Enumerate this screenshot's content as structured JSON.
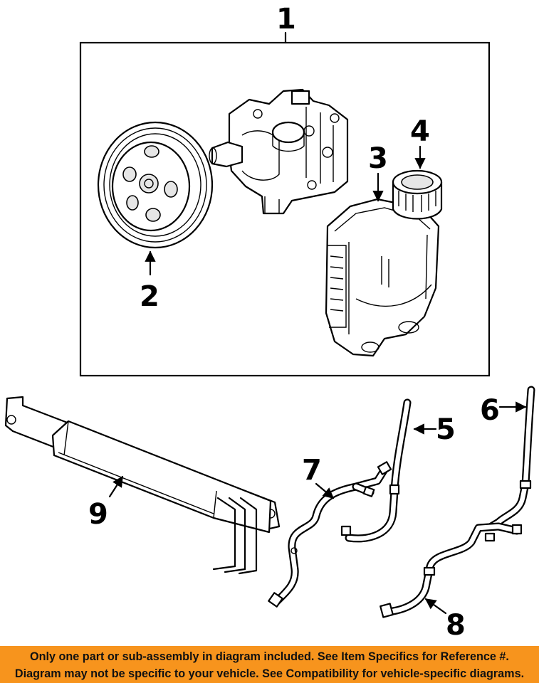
{
  "callouts": {
    "c1": "1",
    "c2": "2",
    "c3": "3",
    "c4": "4",
    "c5": "5",
    "c6": "6",
    "c7": "7",
    "c8": "8",
    "c9": "9"
  },
  "disclaimer": {
    "line1": "Only one part or sub-assembly in diagram included. See Item Specifics for Reference #.",
    "line2": "Diagram may not be specific to your vehicle. See Compatibility for vehicle-specific diagrams.",
    "background_color": "#f7941d"
  }
}
